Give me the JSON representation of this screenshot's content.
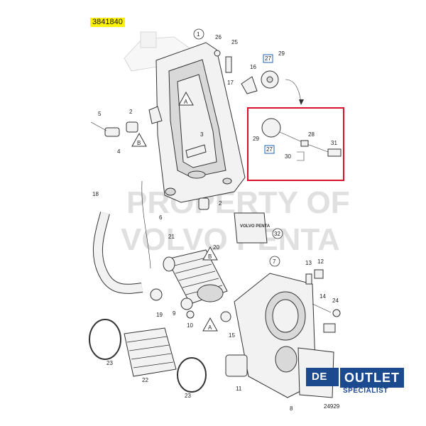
{
  "reference_code": "3841840",
  "diagram_number": "24929",
  "watermark": {
    "line1": "PROPERTY OF",
    "line2": "VOLVO PENTA"
  },
  "kit_box_label": "VOLVO PENTA",
  "badge": {
    "de": "DE",
    "outlet": "OUTLET",
    "specialist": "SPECIALIST"
  },
  "callouts": {
    "n1": "1",
    "n2a": "2",
    "n2b": "2",
    "n3": "3",
    "n4": "4",
    "n5": "5",
    "n6": "6",
    "n7": "7",
    "n8": "8",
    "n9": "9",
    "n10": "10",
    "n11": "11",
    "n12": "12",
    "n13": "13",
    "n14": "14",
    "n15": "15",
    "n16": "16",
    "n17": "17",
    "n18": "18",
    "n19": "19",
    "n20": "20",
    "n21": "21",
    "n22": "22",
    "n23a": "23",
    "n23b": "23",
    "n24": "24",
    "n25": "25",
    "n26": "26",
    "n27a": "27",
    "n27b": "27",
    "n28": "28",
    "n29a": "29",
    "n29b": "29",
    "n30": "30",
    "n31": "31",
    "n32": "32"
  },
  "warning_letters": {
    "a1": "A",
    "a2": "A",
    "b1": "B",
    "b2": "B"
  },
  "colors": {
    "highlight": "#fff200",
    "detail_frame": "#d9112b",
    "badge_blue": "#1c4a8f",
    "callout_box": "#1e63b4"
  }
}
